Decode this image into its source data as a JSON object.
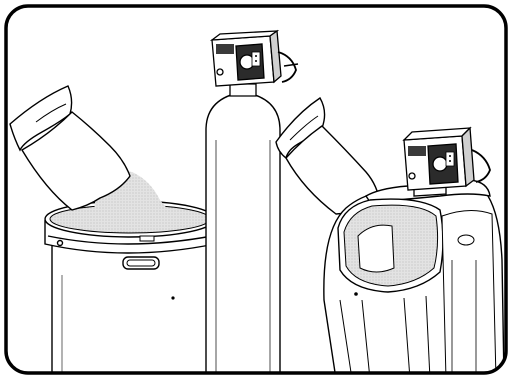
{
  "illustration": {
    "subject": "water-softener-salt-refill",
    "parts": [
      "salt-bag-left",
      "brine-tank-open",
      "resin-tank",
      "control-valve-tall",
      "salt-bag-right",
      "cabinet-softener",
      "control-valve-cabinet"
    ]
  },
  "colors": {
    "outline": "#000000",
    "fill": "#ffffff",
    "salt": "#d9d9d9",
    "salt_dark": "#bfbfbf",
    "shadow": "#e6e6e6"
  }
}
